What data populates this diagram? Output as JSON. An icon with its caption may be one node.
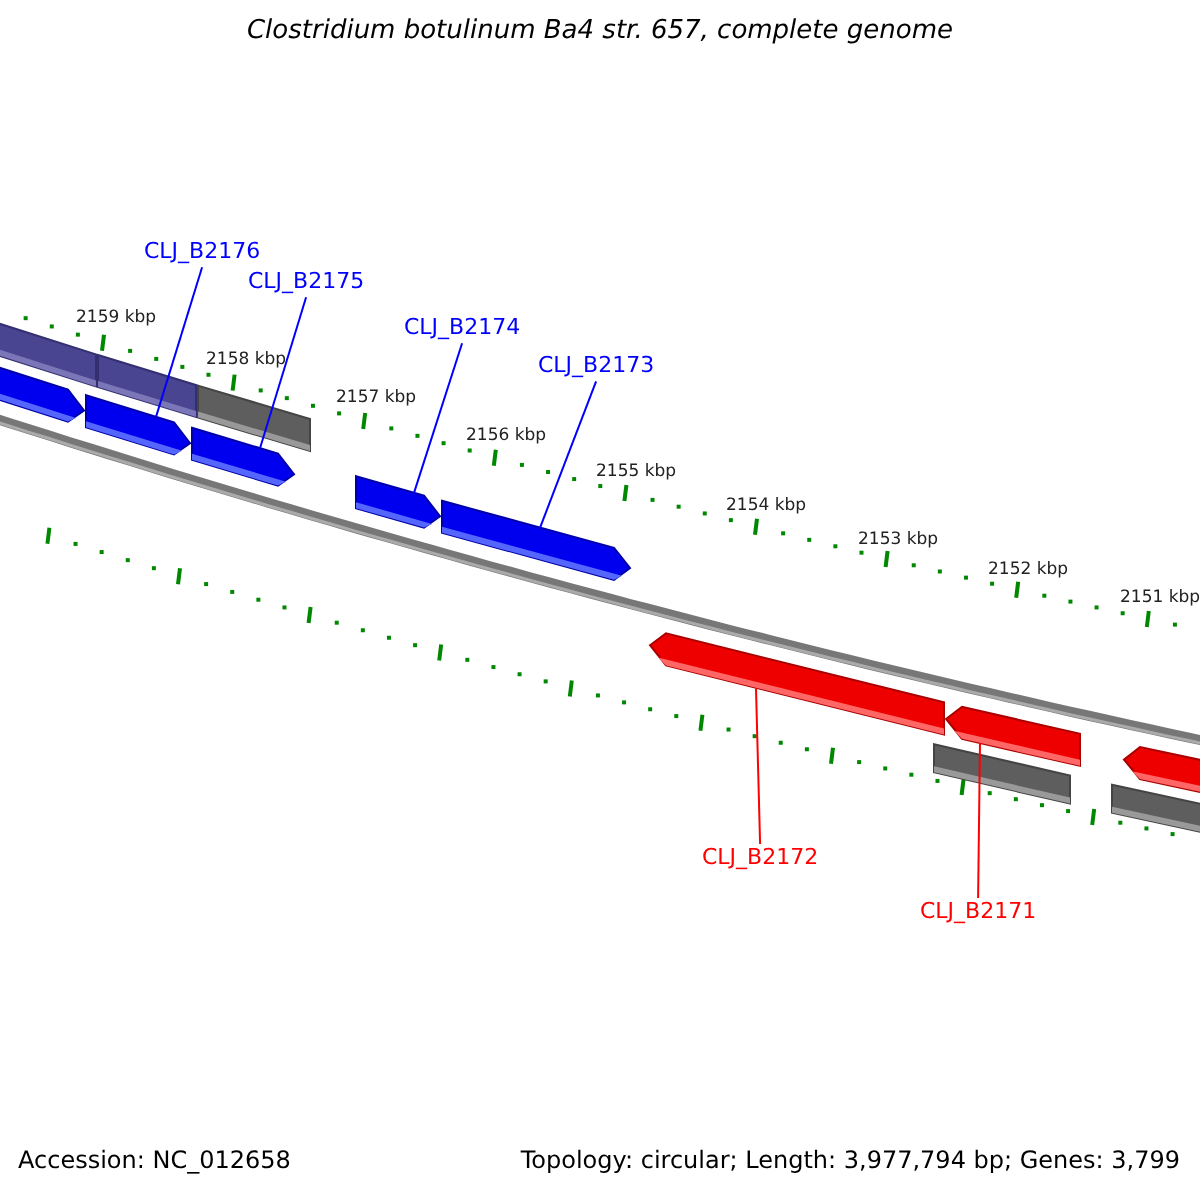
{
  "diagram": {
    "title": "Clostridium botulinum Ba4 str. 657, complete genome",
    "nodes": [
      {
        "text": [
          "CLJ_B2176"
        ]
      },
      {
        "text": [
          "CLJ_B2175"
        ]
      },
      {
        "text": [
          "CLJ_B2174"
        ]
      },
      {
        "text": [
          "CLJ_B2173"
        ]
      },
      {
        "text": [
          "CLJ_B2172"
        ]
      },
      {
        "text": [
          "CLJ_B2171"
        ]
      },
      {
        "text": [],
        "shape": "bar"
      },
      {
        "text": [],
        "shape": "arrow"
      },
      {
        "text": [],
        "shape": "arrow"
      },
      {
        "text": [],
        "shape": "bar"
      },
      {
        "text": [],
        "shape": "arrow"
      },
      {
        "text": [],
        "shape": "bar"
      },
      {
        "text": [],
        "shape": "arrow"
      },
      {
        "text": [],
        "shape": "arrow"
      },
      {
        "text": [],
        "shape": "arrow"
      },
      {
        "text": [],
        "shape": "bar"
      },
      {
        "text": [],
        "shape": "arrow"
      },
      {
        "text": [],
        "shape": "bar"
      },
      {
        "text": [],
        "shape": "arrow"
      }
    ],
    "edges": [
      {
        "from": 0,
        "to": 8,
        "arrow": "none",
        "color": "#0000ff"
      },
      {
        "from": 1,
        "to": 10,
        "arrow": "none",
        "color": "#0000ff"
      },
      {
        "from": 2,
        "to": 12,
        "arrow": "none",
        "color": "#0000ff"
      },
      {
        "from": 3,
        "to": 13,
        "arrow": "none",
        "color": "#0000ff"
      },
      {
        "from": 4,
        "to": 14,
        "arrow": "none",
        "color": "#ff0000"
      },
      {
        "from": 5,
        "to": 16,
        "arrow": "none",
        "color": "#ff0000"
      }
    ],
    "labels": [
      "2159 kbp",
      "2158 kbp",
      "2157 kbp",
      "2156 kbp",
      "2155 kbp",
      "2154 kbp",
      "2153 kbp",
      "2152 kbp",
      "2151 kbp",
      "Accession: NC_012658",
      "Topology: circular; Length: 3,977,794 bp; Genes: 3,799"
    ]
  }
}
